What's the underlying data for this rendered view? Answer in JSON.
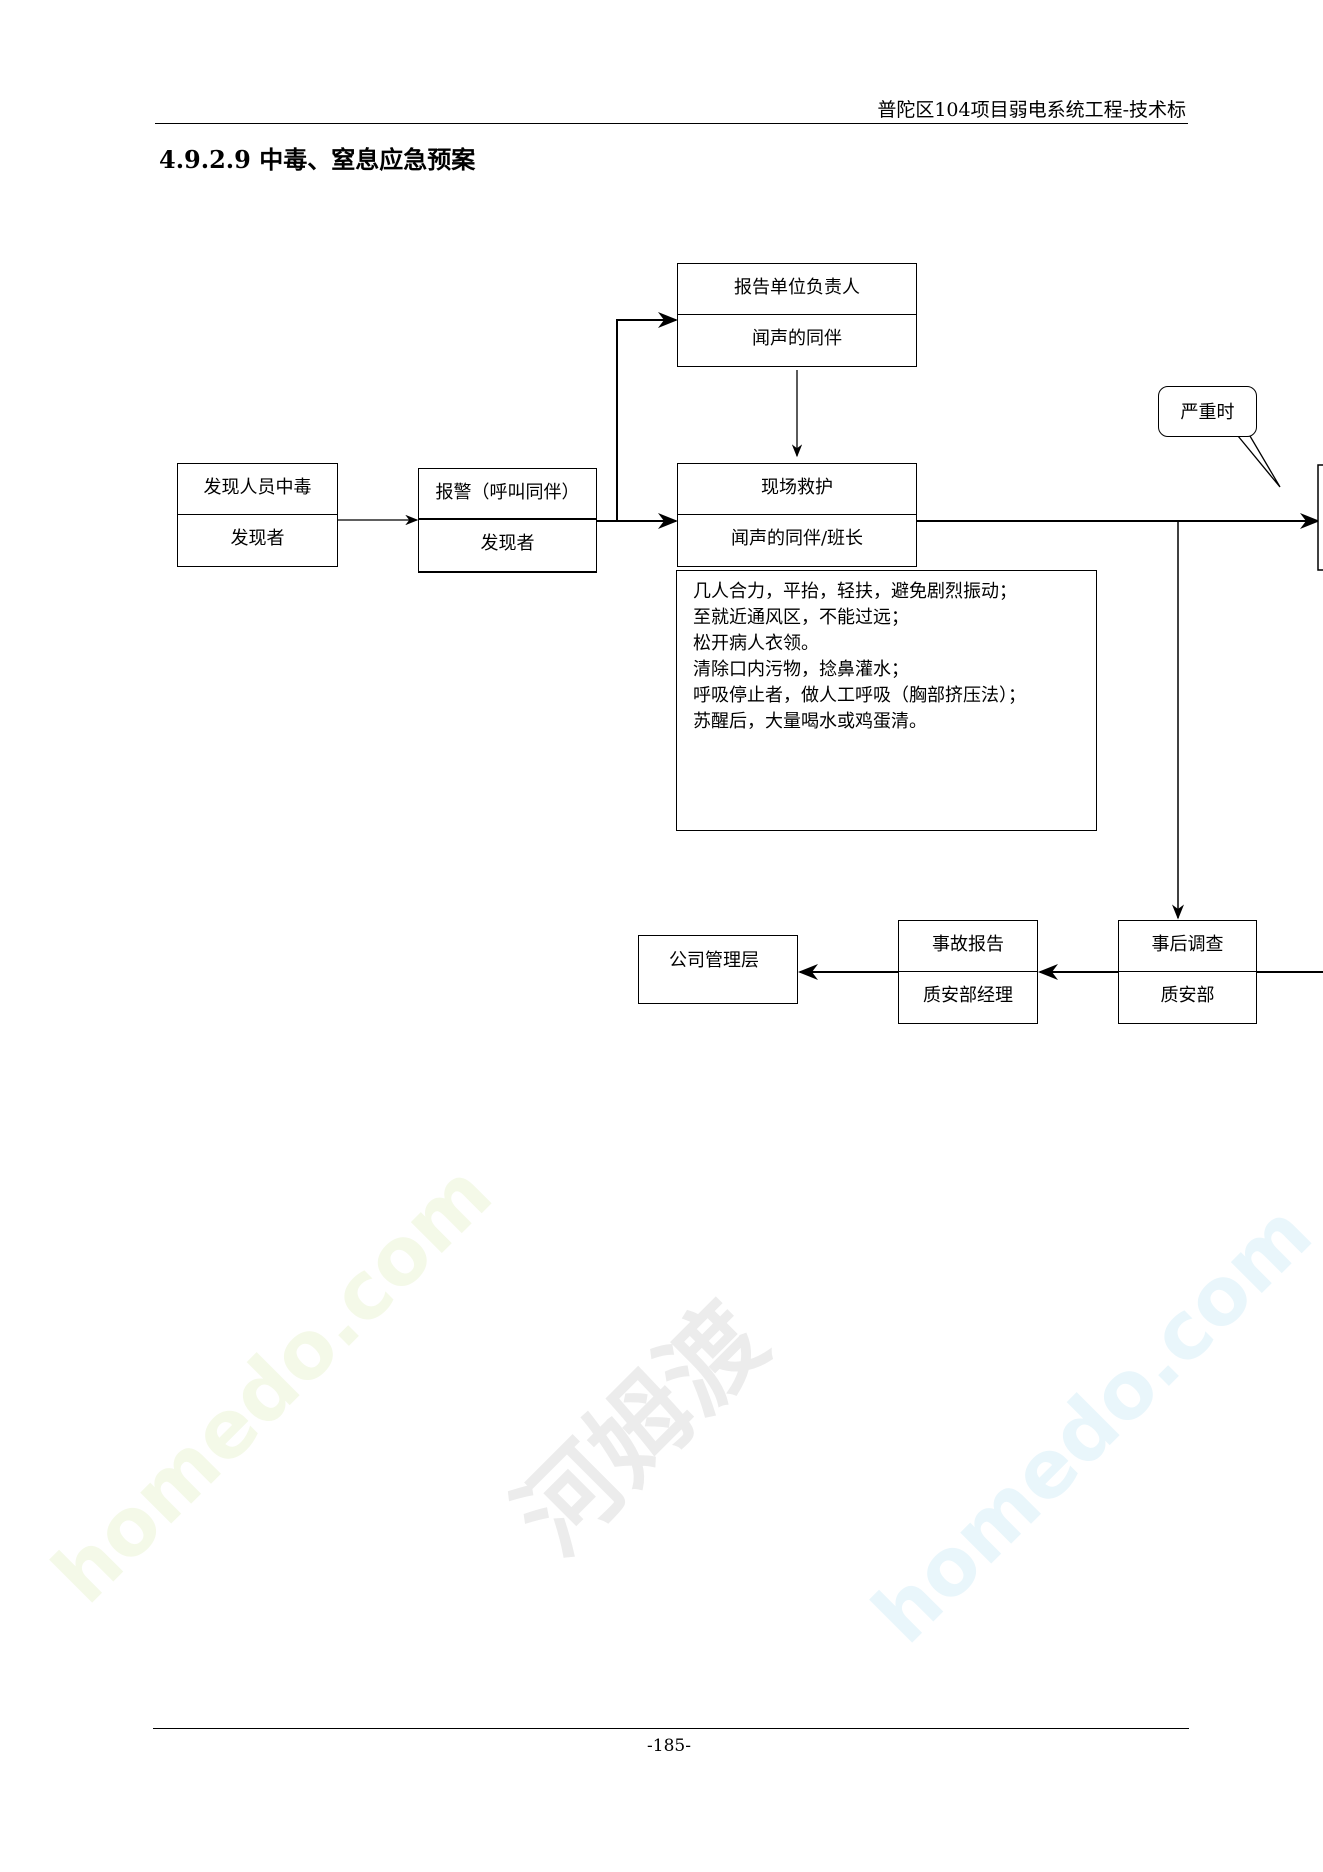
{
  "header": {
    "running_title": "普陀区104项目弱电系统工程-技术标"
  },
  "section": {
    "title": "4.9.2.9 中毒、窒息应急预案"
  },
  "flowchart": {
    "discover": {
      "top": "发现人员中毒",
      "bottom": "发现者"
    },
    "alarm": {
      "top": "报警（呼叫同伴）",
      "bottom": "发现者"
    },
    "report_unit": {
      "top": "报告单位负责人",
      "bottom": "闻声的同伴"
    },
    "rescue": {
      "top": "现场救护",
      "bottom": "闻声的同伴/班长"
    },
    "rescue_steps": [
      "几人合力，平抬，轻扶，避免剧烈振动；",
      "至就近通风区，不能过远；",
      "松开病人衣领。",
      "清除口内污物，捻鼻灌水；",
      "呼吸停止者，做人工呼吸（胸部挤压法）；",
      "苏醒后，大量喝水或鸡蛋清。"
    ],
    "severe_callout": "严重时",
    "investigation": {
      "top": "事后调查",
      "bottom": "质安部"
    },
    "accident_report": {
      "top": "事故报告",
      "bottom": "质安部经理"
    },
    "management": {
      "label": "公司管理层"
    }
  },
  "watermark": {
    "text": "homedo.com",
    "brand": "河姆渡"
  },
  "footer": {
    "page_number": "-185-"
  },
  "colors": {
    "watermark_green": "#f3f8e6",
    "watermark_blue": "#e6f6fb",
    "watermark_gray": "#e8e8e8"
  }
}
